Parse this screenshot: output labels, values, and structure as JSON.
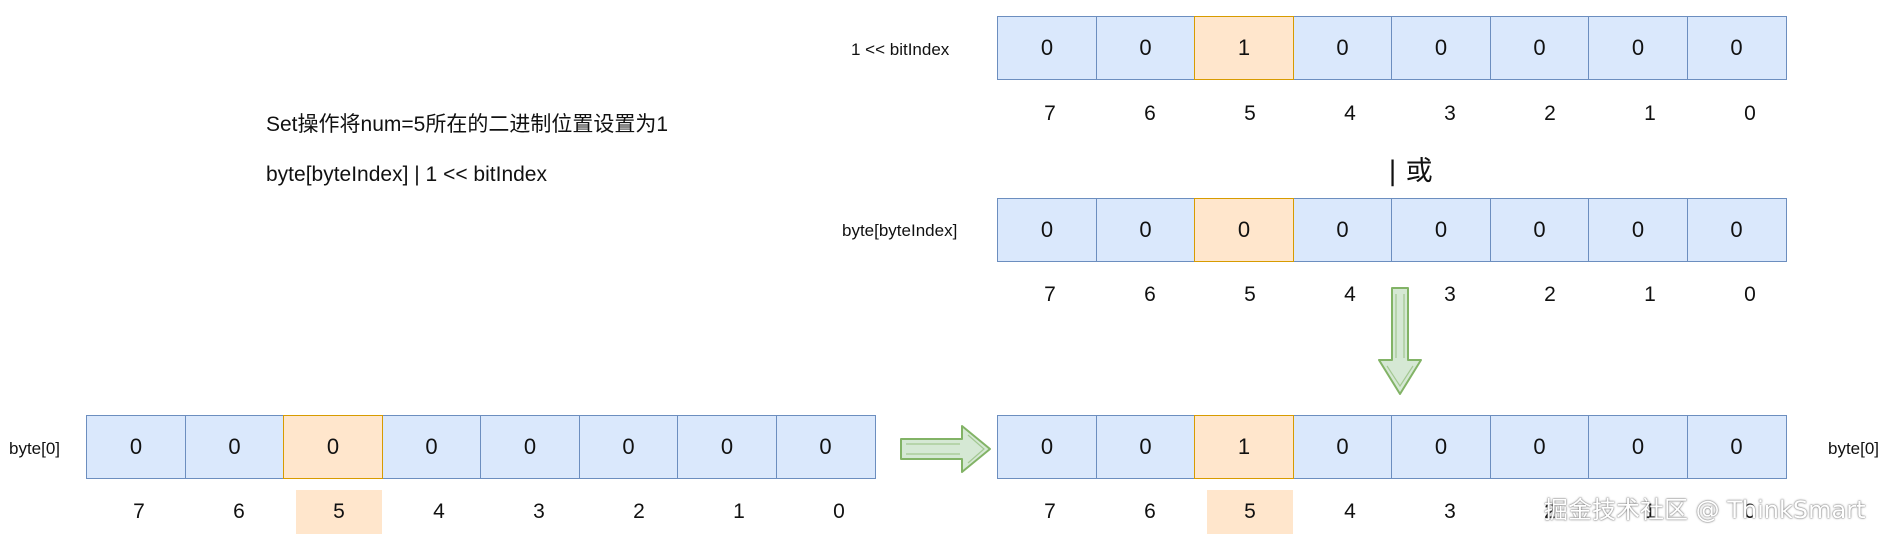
{
  "notes": {
    "line1": "Set操作将num=5所在的二进制位置设置为1",
    "line2": "byte[byteIndex] | 1 << bitIndex"
  },
  "operator_label": "| 或",
  "watermark": "掘金技术社区 @ ThinkSmart",
  "mask_row": {
    "label": "1 << bitIndex",
    "bits": [
      "0",
      "0",
      "1",
      "0",
      "0",
      "0",
      "0",
      "0"
    ],
    "indices": [
      "7",
      "6",
      "5",
      "4",
      "3",
      "2",
      "1",
      "0"
    ]
  },
  "byte_index_row": {
    "label": "byte[byteIndex]",
    "bits": [
      "0",
      "0",
      "0",
      "0",
      "0",
      "0",
      "0",
      "0"
    ],
    "indices": [
      "7",
      "6",
      "5",
      "4",
      "3",
      "2",
      "1",
      "0"
    ]
  },
  "before_row": {
    "label": "byte[0]",
    "bits": [
      "0",
      "0",
      "0",
      "0",
      "0",
      "0",
      "0",
      "0"
    ],
    "indices": [
      "7",
      "6",
      "5",
      "4",
      "3",
      "2",
      "1",
      "0"
    ]
  },
  "after_row": {
    "label": "byte[0]",
    "bits": [
      "0",
      "0",
      "1",
      "0",
      "0",
      "0",
      "0",
      "0"
    ],
    "indices": [
      "7",
      "6",
      "5",
      "4",
      "3",
      "2",
      "1",
      "0"
    ]
  },
  "colors": {
    "cell_fill": "#dae8fc",
    "cell_border": "#6c8ebf",
    "highlight_fill": "#ffe6cc",
    "highlight_border": "#d79b00",
    "arrow_fill": "#d5e8d4",
    "arrow_stroke": "#82b366"
  }
}
